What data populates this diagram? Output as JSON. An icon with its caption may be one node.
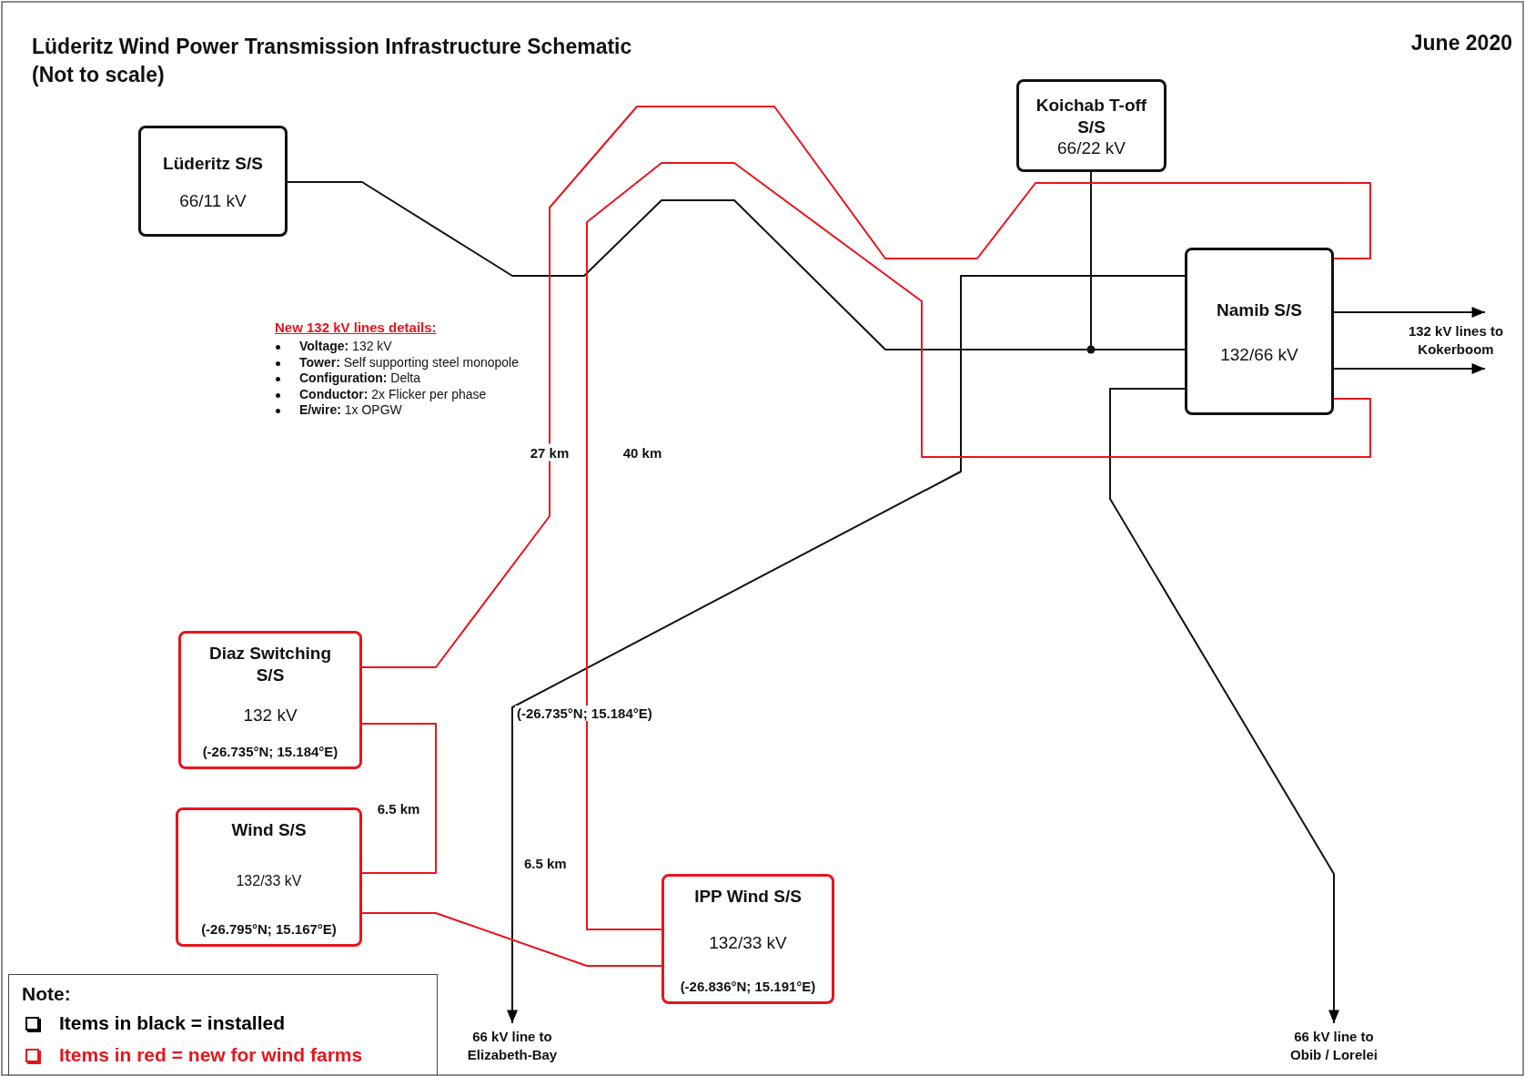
{
  "diagram": {
    "title": "Lüderitz Wind Power Transmission Infrastructure Schematic (Not to scale)",
    "nodes": [
      {
        "text": [
          "Lüderitz S/S",
          "66/11 kV"
        ]
      },
      {
        "text": [
          "Koichab T-off S/S",
          "66/22 kV"
        ]
      },
      {
        "text": [
          "Namib S/S",
          "132/66 kV"
        ]
      },
      {
        "text": [
          "Diaz Switching S/S",
          "132 kV",
          "(-26.735°N; 15.184°E)"
        ]
      },
      {
        "text": [
          "Wind S/S",
          "132/33 kV",
          "(-26.795°N; 15.167°E)"
        ]
      },
      {
        "text": [
          "IPP Wind S/S",
          "132/33 kV",
          "(-26.836°N; 15.191°E)"
        ]
      },
      {
        "text": [
          "132 kV lines to Kokerboom"
        ]
      },
      {
        "text": [
          "66 kV line to Elizabeth-Bay"
        ]
      },
      {
        "text": [
          "66 kV line to Obib / Lorelei"
        ]
      }
    ],
    "edges": [
      {
        "from": 0,
        "to": 2,
        "arrow": "none"
      },
      {
        "from": 1,
        "to": 2,
        "arrow": "none"
      },
      {
        "from": 2,
        "to": 7,
        "arrow": "to"
      },
      {
        "from": 2,
        "to": 8,
        "arrow": "to"
      },
      {
        "from": 2,
        "to": 6,
        "arrow": "to"
      },
      {
        "from": 2,
        "to": 6,
        "arrow": "to"
      },
      {
        "from": 3,
        "to": 2,
        "arrow": "none",
        "label": "27 km",
        "color": "#e8141c"
      },
      {
        "from": 5,
        "to": 2,
        "arrow": "none",
        "label": "40 km",
        "color": "#e8141c"
      },
      {
        "from": 3,
        "to": 4,
        "arrow": "none",
        "label": "6.5 km",
        "color": "#e8141c"
      },
      {
        "from": 4,
        "to": 5,
        "arrow": "none",
        "color": "#e8141c"
      }
    ],
    "labels": [
      "June 2020",
      "New 132 kV lines details:",
      "**Voltage:** 132 kV",
      "**Tower:** Self supporting steel monopole",
      "**Configuration:** Delta",
      "**Conductor:** 2x Flicker per phase",
      "**E/wire:** 1x OPGW",
      "(-26.735°N; 15.184°E)",
      "6.5 km",
      "Note:"
    ],
    "legend": [
      {
        "text": "Items in black = installed",
        "color": "#000000"
      },
      {
        "text": "Items in red = new for wind farms",
        "color": "#e8141c"
      }
    ]
  }
}
